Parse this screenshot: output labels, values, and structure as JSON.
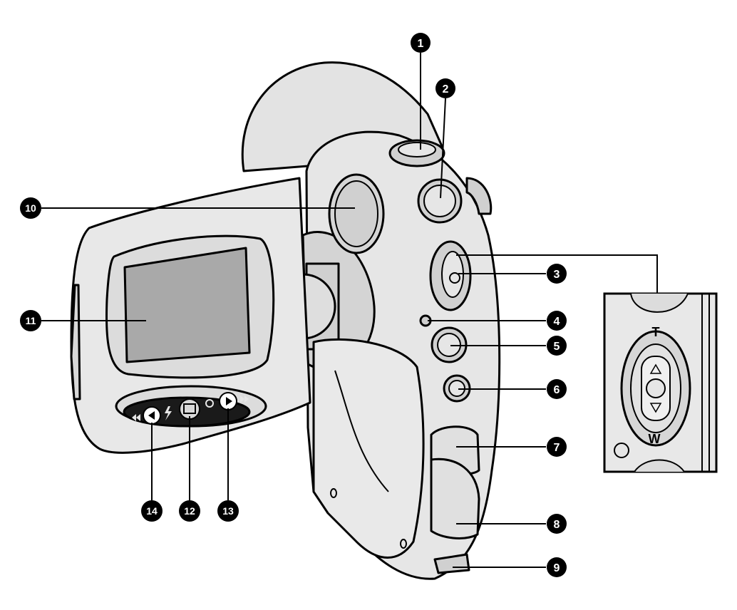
{
  "callouts": [
    {
      "n": "1"
    },
    {
      "n": "2"
    },
    {
      "n": "3"
    },
    {
      "n": "4"
    },
    {
      "n": "5"
    },
    {
      "n": "6"
    },
    {
      "n": "7"
    },
    {
      "n": "8"
    },
    {
      "n": "9"
    },
    {
      "n": "10"
    },
    {
      "n": "11"
    },
    {
      "n": "12"
    },
    {
      "n": "13"
    },
    {
      "n": "14"
    }
  ],
  "inset": {
    "tele_label": "T",
    "wide_label": "W"
  },
  "colors": {
    "body": "#e6e6e6",
    "body_dark": "#cfcfcf",
    "screen": "#a9a9a9",
    "outline": "#000000",
    "panel": "#1a1a1a",
    "button": "#d9d9d9"
  }
}
